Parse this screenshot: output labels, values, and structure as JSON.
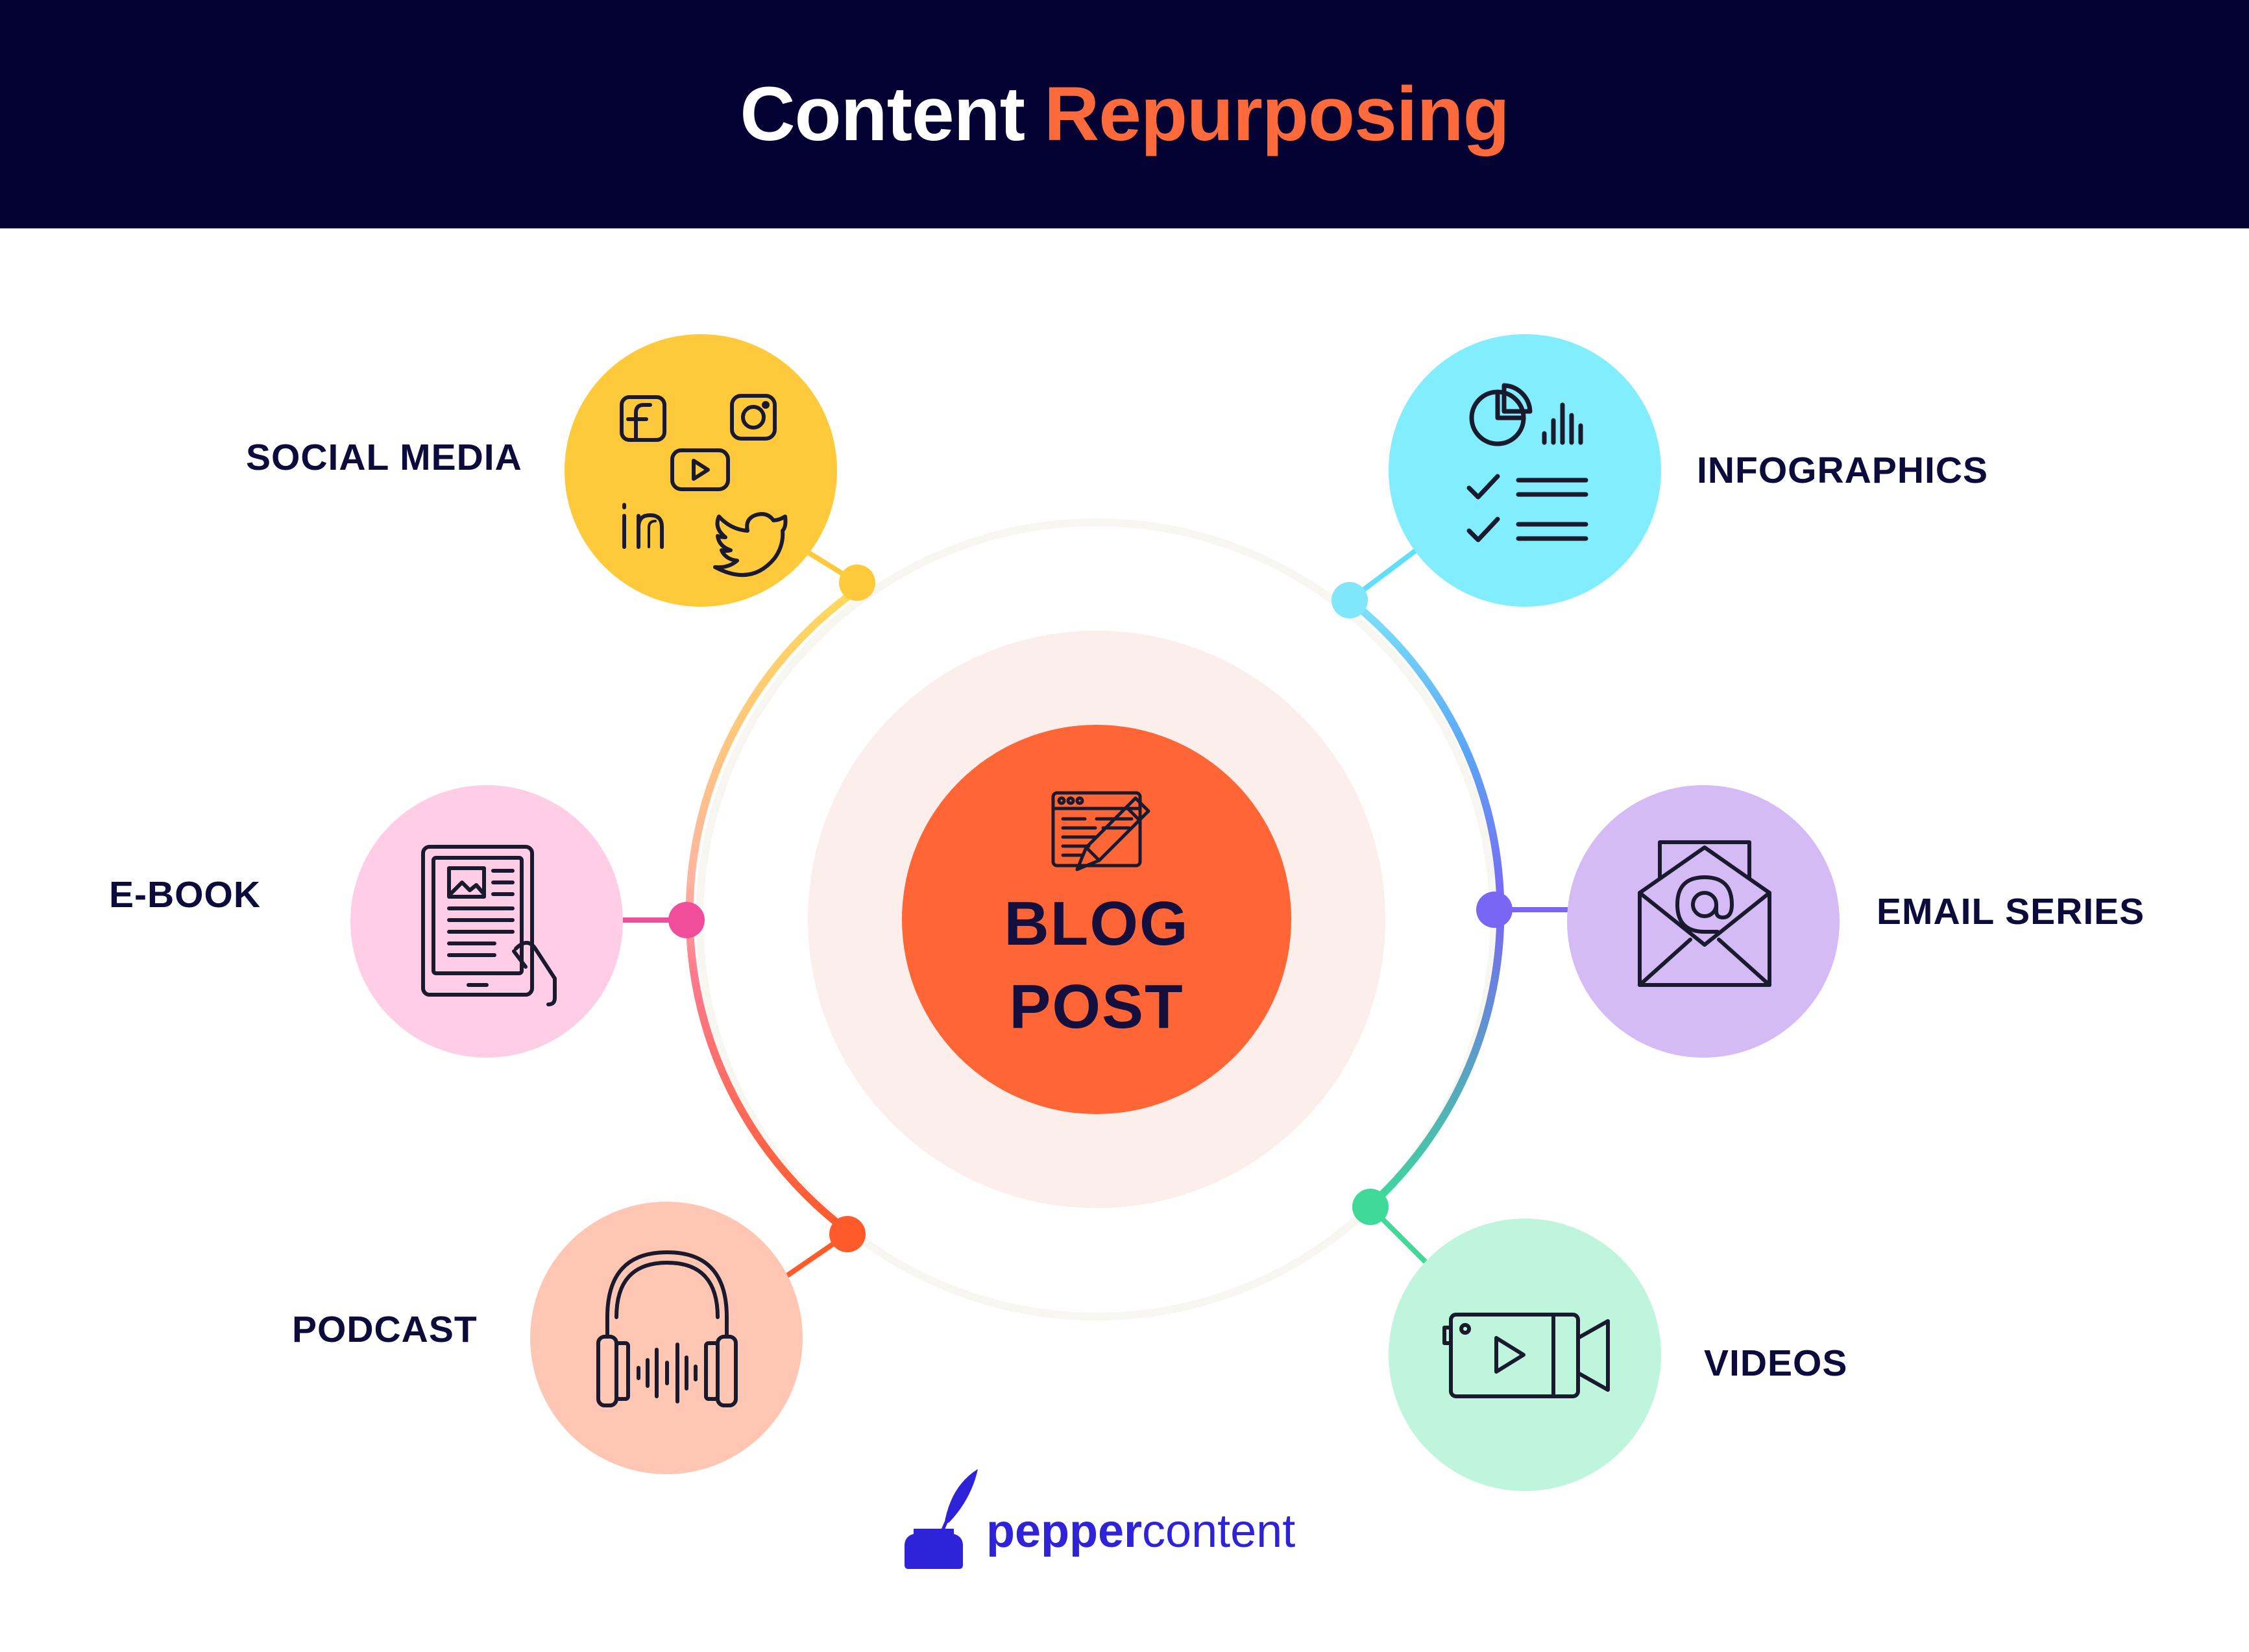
{
  "header": {
    "title_part1": "Content",
    "title_part2": "Repurposing",
    "background": "#040233",
    "accent": "#ff6a3d"
  },
  "center": {
    "line1": "BLOG",
    "line2": "POST",
    "icon": "blog-edit-icon",
    "color": "#ff6535"
  },
  "nodes": [
    {
      "id": "social-media",
      "label": "SOCIAL MEDIA",
      "icon": "social-icons-cluster",
      "color": "#ffc93c"
    },
    {
      "id": "e-book",
      "label": "E-BOOK",
      "icon": "ebook-tablet-icon",
      "color": "#ffcde6"
    },
    {
      "id": "podcast",
      "label": "PODCAST",
      "icon": "headphones-icon",
      "color": "#ffc6b4"
    },
    {
      "id": "infographics",
      "label": "INFOGRAPHICS",
      "icon": "chart-checklist-icon",
      "color": "#82eefd"
    },
    {
      "id": "email-series",
      "label": "EMAIL SERIES",
      "icon": "email-envelope-icon",
      "color": "#d4bbf5"
    },
    {
      "id": "videos",
      "label": "VIDEOS",
      "icon": "video-camera-icon",
      "color": "#bff5dd"
    }
  ],
  "brand": {
    "part1": "pepper",
    "part2": "content",
    "icon": "ink-quill-icon"
  }
}
